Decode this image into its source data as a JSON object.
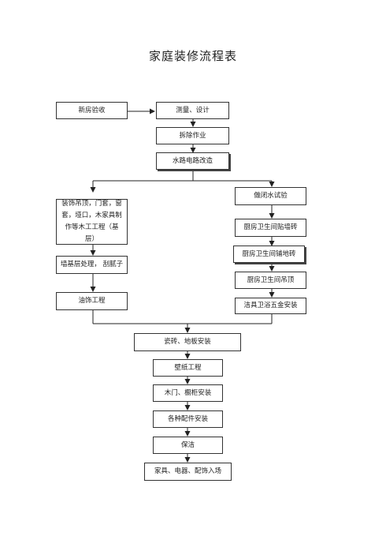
{
  "title": "家庭装修流程表",
  "steps": {
    "new_house": "新房验收",
    "measure": "测量、设计",
    "demolish": "拆除作业",
    "plumbing": "水路电路改造",
    "wood": "装饰吊顶，门套，窗套，垭口，木家具制作等木工工程（基层）",
    "closed_water": "做闭水试验",
    "kitchen_wall": "厨房卫生间贴墙砖",
    "kitchen_floor": "厨房卫生间铺地砖",
    "kitchen_ceiling": "厨房卫生间吊顶",
    "wall_base": "墙基层处理， 刮腻子",
    "sanitary": "洁具卫浴五金安装",
    "paint": "油饰工程",
    "tile": "瓷砖、地板安装",
    "wallpaper": "壁纸工程",
    "doors": "木门、橱柜安装",
    "fittings": "各种配件安装",
    "clean": "保洁",
    "furniture": "家具、电器、配饰入场"
  }
}
